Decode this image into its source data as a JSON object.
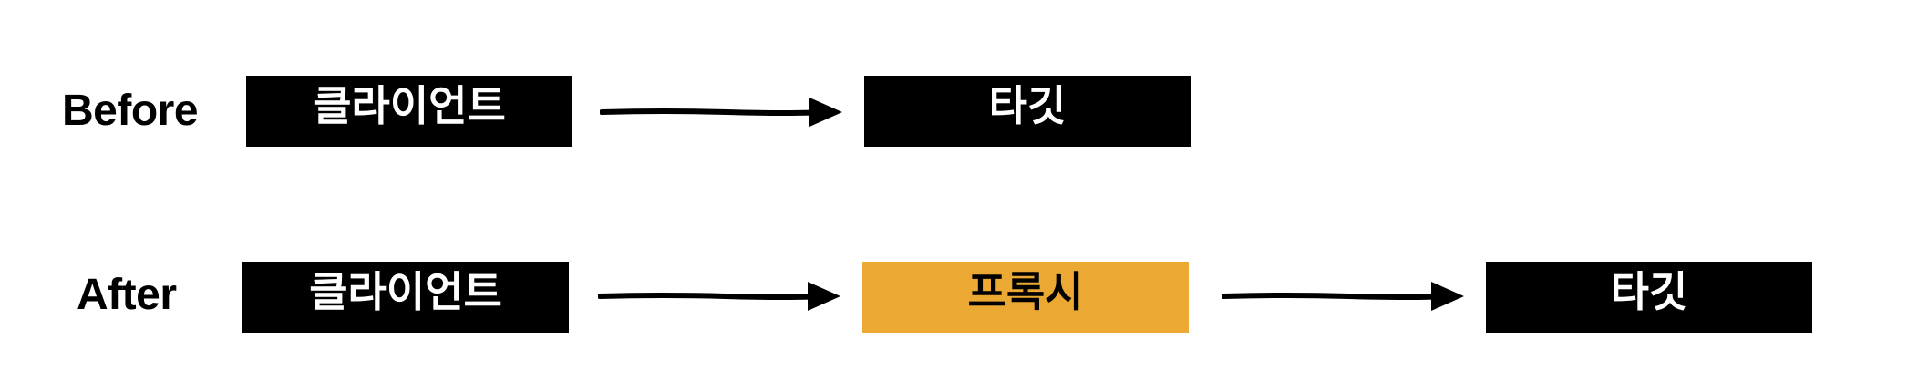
{
  "colors": {
    "box_dark": "#000000",
    "box_text_light": "#ffffff",
    "box_accent": "#EBA832",
    "box_text_dark": "#000000",
    "arrow": "#000000"
  },
  "rows": [
    {
      "label": "Before",
      "nodes": [
        "클라이언트",
        "타깃"
      ]
    },
    {
      "label": "After",
      "nodes": [
        "클라이언트",
        "프록시",
        "타깃"
      ]
    }
  ]
}
